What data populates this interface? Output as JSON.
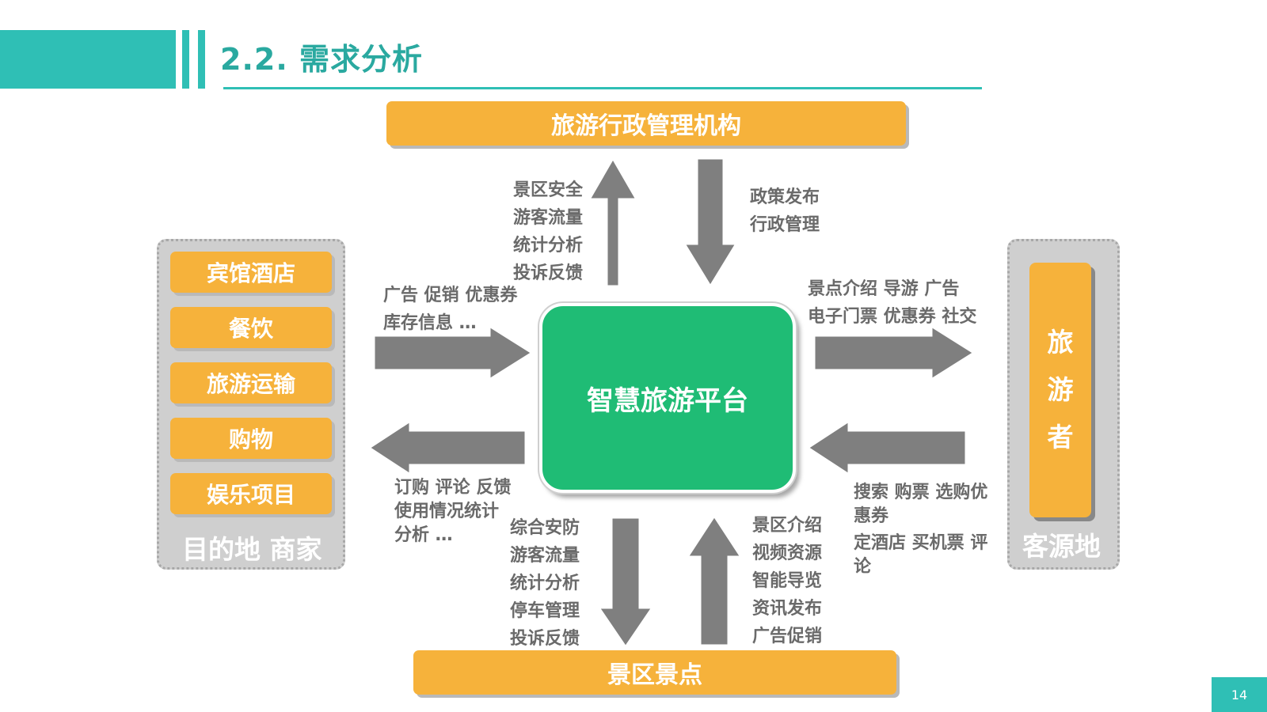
{
  "header": {
    "title": "2.2. 需求分析"
  },
  "top_box": {
    "label": "旅游行政管理机构"
  },
  "bottom_box": {
    "label": "景区景点"
  },
  "center": {
    "label": "智慧旅游平台"
  },
  "left_panel": {
    "items": [
      "宾馆酒店",
      "餐饮",
      "旅游运输",
      "购物",
      "娱乐项目"
    ],
    "caption": "目的地 商家"
  },
  "right_panel": {
    "tourist_chars": [
      "旅",
      "游",
      "者"
    ],
    "caption": "客源地"
  },
  "flows": {
    "up_to_admin": [
      "景区安全",
      "游客流量",
      "统计分析",
      "投诉反馈"
    ],
    "down_from_admin": [
      "政策发布",
      "行政管理"
    ],
    "merchant_to_platform": [
      "广告 促销 优惠券",
      "库存信息 …"
    ],
    "platform_to_merchant": [
      "订购 评论 反馈",
      "使用情况统计分析 …"
    ],
    "platform_to_tourist": [
      "景点介绍 导游 广告",
      "电子门票 优惠券 社交"
    ],
    "tourist_to_platform": [
      "搜索 购票 选购优惠券",
      "定酒店 买机票 评论"
    ],
    "down_to_scenic": [
      "综合安防",
      "游客流量",
      "统计分析",
      "停车管理",
      "投诉反馈"
    ],
    "up_from_scenic": [
      "景区介绍",
      "视频资源",
      "智能导览",
      "资讯发布",
      "广告促销"
    ]
  },
  "page_number": "14",
  "colors": {
    "teal": "#2fbfb5",
    "orange": "#f6b23b",
    "green": "#1fbc75",
    "arrow_gray": "#7f7f7f"
  }
}
